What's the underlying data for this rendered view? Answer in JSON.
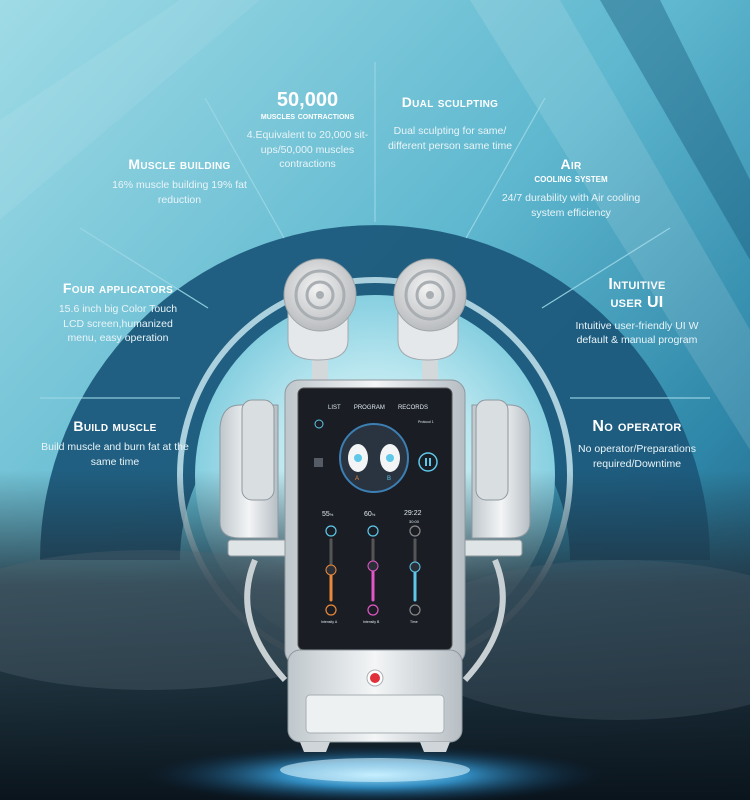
{
  "colors": {
    "accent": "#1e5f82",
    "segment": "#1b5a7c",
    "highlight": "#7fd6e8",
    "screen": "#1a1d24",
    "pink": "#e256c6",
    "orange": "#e9893a",
    "cyan": "#5ec8ea",
    "button_red": "#e0303a"
  },
  "features": [
    {
      "key": "build_muscle",
      "title": "Build muscle",
      "body": "Build muscle and burn fat at the same time"
    },
    {
      "key": "four_applicators",
      "title": "Four applicators",
      "body": "15.6 inch big Color Touch LCD screen,humanized menu, easy operation"
    },
    {
      "key": "muscle_building",
      "title": "Muscle building",
      "body": "16% muscle building 19% fat reduction"
    },
    {
      "key": "contractions",
      "number": "50,000",
      "title": "muscles contractions",
      "body": "4.Equivalent to 20,000 sit-ups/50,000 muscles contractions"
    },
    {
      "key": "dual",
      "title": "Dual sculpting",
      "body": "Dual sculpting for same/ different person same time"
    },
    {
      "key": "air",
      "title": "Air",
      "subtitle": "cooling system",
      "body": "24/7 durability with Air cooling system efficiency"
    },
    {
      "key": "ui",
      "title": "Intuitive user UI",
      "body": "Intuitive user-friendly UI W default & manual program"
    },
    {
      "key": "operator",
      "title": "No operator",
      "body": "No operator/Preparations required/Downtime"
    }
  ],
  "screen": {
    "nav": [
      "LIST",
      "PROGRAM",
      "RECORDS"
    ],
    "protocol": "Protocol 1",
    "handle_a": "A",
    "handle_b": "B",
    "intensity_a": "55",
    "intensity_b": "60",
    "unit": "%",
    "time": "29:22",
    "time_total": "30:00",
    "label_a": "Intensity A",
    "label_b": "Intensity B",
    "label_time": "Time"
  }
}
